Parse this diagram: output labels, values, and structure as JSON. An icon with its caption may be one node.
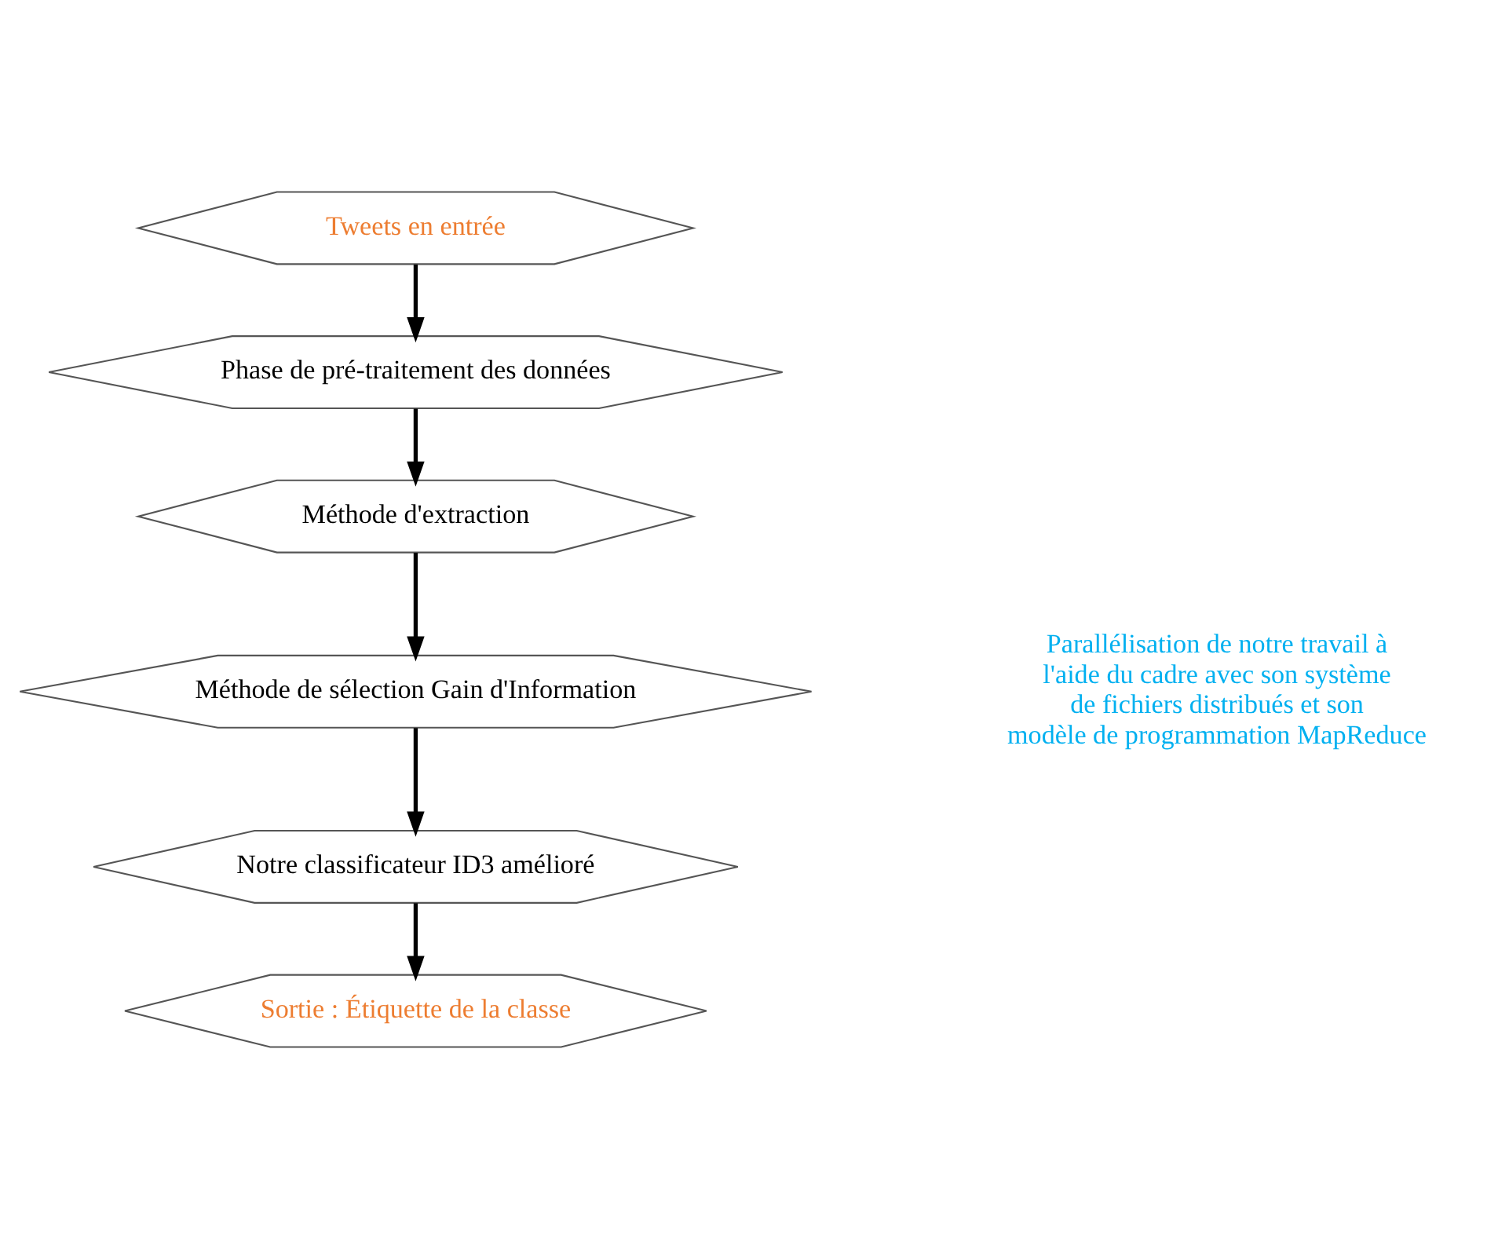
{
  "diagram": {
    "nodes": [
      {
        "text": [
          "Tweets en entrée"
        ]
      },
      {
        "text": [
          "Phase de pré-traitement des données"
        ]
      },
      {
        "text": [
          "Méthode d'extraction"
        ]
      },
      {
        "text": [
          "Méthode de sélection Gain d'Information"
        ]
      },
      {
        "text": [
          "Notre classificateur ID3 amélioré"
        ]
      },
      {
        "text": [
          "Sortie : Étiquette de la classe"
        ]
      }
    ],
    "edges": [
      {
        "from": 0,
        "to": 1,
        "arrow": "to"
      },
      {
        "from": 1,
        "to": 2,
        "arrow": "to"
      },
      {
        "from": 2,
        "to": 3,
        "arrow": "to"
      },
      {
        "from": 3,
        "to": 4,
        "arrow": "to"
      },
      {
        "from": 4,
        "to": 5,
        "arrow": "to"
      }
    ],
    "labels": [
      "Parallélisation de notre travail à l'aide du cadre avec son système de fichiers distribués et son modèle de programmation MapReduce"
    ]
  }
}
